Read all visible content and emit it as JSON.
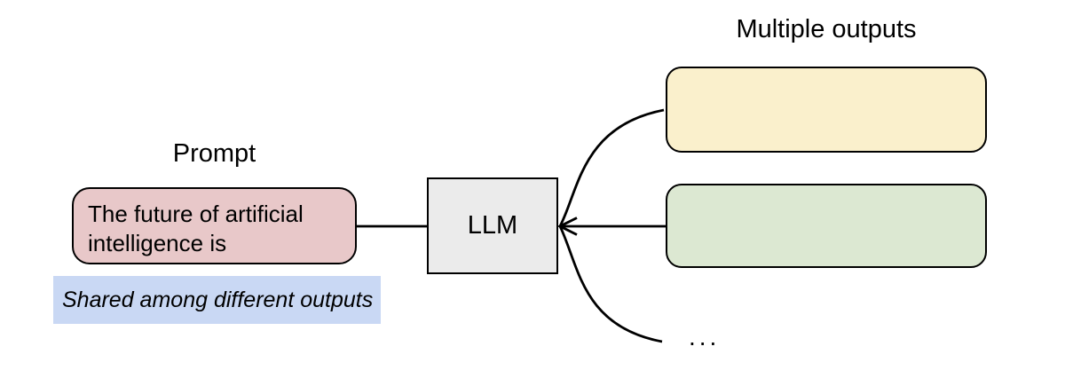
{
  "diagram": {
    "prompt": {
      "title": "Prompt",
      "text": "The future of artificial intelligence is",
      "note": "Shared among different outputs"
    },
    "llm": {
      "label": "LLM"
    },
    "outputs": {
      "title": "Multiple outputs",
      "ellipsis": "..."
    },
    "colors": {
      "prompt_fill": "#e8c8c9",
      "note_fill": "#c9d8f4",
      "llm_fill": "#ebebeb",
      "output1_fill": "#faf0cc",
      "output2_fill": "#dce8d2",
      "stroke": "#000000"
    }
  }
}
